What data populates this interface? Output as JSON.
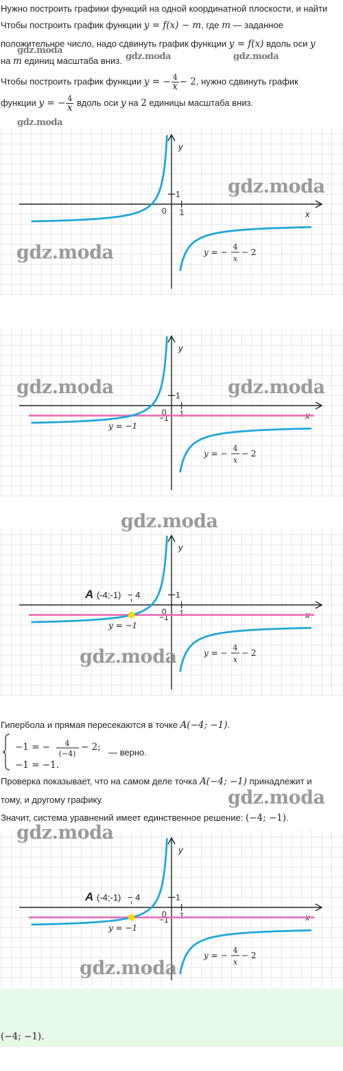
{
  "intro": {
    "line1": "Нужно построить графики функций на одной координатной плоскости, и найти",
    "line2_a": "Чтобы построить график функции",
    "line2_math": "y = f(x) − m",
    "line2_b": ", где",
    "line2_m": "m",
    "line2_c": "— заданное",
    "line3_a": "положительное число, надо сдвинуть график функции",
    "line3_math": "y = f(x)",
    "line3_b": "вдоль оси",
    "line3_y": "y",
    "line4_a": "на",
    "line4_m": "m",
    "line4_b": "единиц масштаба вниз.",
    "line5_a": "Чтобы построить график функции",
    "line5_math_pre": "y = −",
    "line5_frac_num": "4",
    "line5_frac_den": "x",
    "line5_math_post": "− 2",
    "line5_b": ", нужно сдвинуть график",
    "line6_a": "функции",
    "line6_math_pre": "y = −",
    "line6_frac_num": "4",
    "line6_frac_den": "x",
    "line6_b": "вдоль оси",
    "line6_y": "y",
    "line6_c": "на",
    "line6_two": "2",
    "line6_d": "единицы масштаба вниз."
  },
  "graph": {
    "axis_x": "x",
    "axis_y": "y",
    "origin": "0",
    "tick_one_x": "1",
    "tick_one_y": "1",
    "tick_minus_one_y": "−1",
    "hyperbola_label_pre": "y = −",
    "hyperbola_label_num": "4",
    "hyperbola_label_den": "x",
    "hyperbola_label_post": "− 2",
    "line_label": "y = −1",
    "point_label_letter": "A",
    "point_label_coords": "(-4;-1)",
    "x_tick_minus_four": "− 4",
    "colors": {
      "hyperbola": "#1ea7dc",
      "line": "#e86bb6",
      "point": "#ffd700",
      "grid": "#e6e6e6"
    }
  },
  "chart_data": [
    {
      "type": "line",
      "title": "",
      "series": [
        {
          "name": "y = −4/x − 2",
          "formula": "y = -4/x - 2"
        }
      ],
      "xlabel": "x",
      "ylabel": "y",
      "grid": true
    },
    {
      "type": "line",
      "title": "",
      "series": [
        {
          "name": "y = −4/x − 2",
          "formula": "y = -4/x - 2"
        },
        {
          "name": "y = −1",
          "formula": "y = -1"
        }
      ],
      "xlabel": "x",
      "ylabel": "y",
      "grid": true
    },
    {
      "type": "line",
      "title": "",
      "series": [
        {
          "name": "y = −4/x − 2",
          "formula": "y = -4/x - 2"
        },
        {
          "name": "y = −1",
          "formula": "y = -1"
        }
      ],
      "points": [
        {
          "label": "A",
          "x": -4,
          "y": -1
        }
      ],
      "xlabel": "x",
      "ylabel": "y",
      "grid": true
    },
    {
      "type": "line",
      "title": "",
      "series": [
        {
          "name": "y = −4/x − 2",
          "formula": "y = -4/x - 2"
        },
        {
          "name": "y = −1",
          "formula": "y = -1"
        }
      ],
      "points": [
        {
          "label": "A",
          "x": -4,
          "y": -1
        }
      ],
      "xlabel": "x",
      "ylabel": "y",
      "grid": true
    }
  ],
  "middle": {
    "intersect_a": "Гипербола и прямая пересекаются в точке",
    "intersect_math": "A(−4; −1)",
    "intersect_dot": ".",
    "sys_row1_pre": "−1 = −",
    "sys_row1_num": "4",
    "sys_row1_den": "(−4)",
    "sys_row1_post": "− 2;",
    "sys_row2": "−1 = −1.",
    "sys_verdict": "— верно.",
    "check_a": "Проверка показывает, что на самом деле точка",
    "check_math": "A(−4; −1)",
    "check_b": "принадлежит и",
    "check_c": "тому, и другому графику.",
    "conclusion_a": "Значит, система уравнений имеет единственное решение:",
    "conclusion_math": "(−4; −1)",
    "conclusion_dot": "."
  },
  "answer": {
    "text": "(−4; −1)."
  },
  "watermark": "gdz.moda"
}
